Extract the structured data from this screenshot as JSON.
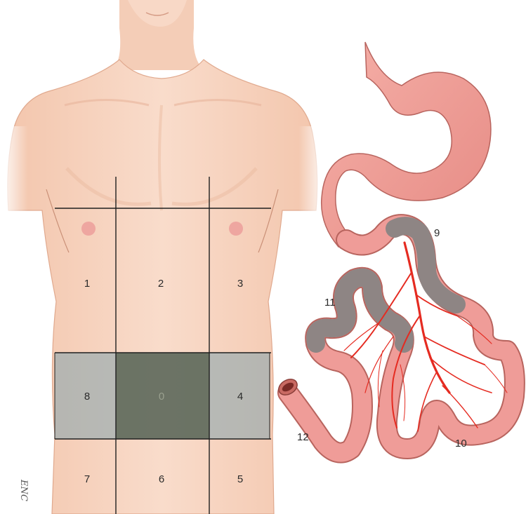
{
  "abdomen": {
    "regions": [
      {
        "id": "r1",
        "label": "1"
      },
      {
        "id": "r2",
        "label": "2"
      },
      {
        "id": "r3",
        "label": "3"
      },
      {
        "id": "r8",
        "label": "8"
      },
      {
        "id": "r0",
        "label": "0"
      },
      {
        "id": "r4",
        "label": "4"
      },
      {
        "id": "r7",
        "label": "7"
      },
      {
        "id": "r6",
        "label": "6"
      },
      {
        "id": "r5",
        "label": "5"
      }
    ]
  },
  "bowel": {
    "labels": [
      {
        "id": "l9",
        "label": "9"
      },
      {
        "id": "l10",
        "label": "10"
      },
      {
        "id": "l11",
        "label": "11"
      },
      {
        "id": "l12",
        "label": "12"
      }
    ]
  },
  "signature": {
    "text": "ENC"
  },
  "colors": {
    "skin": "#f6d3bf",
    "skin_shadow": "#e9b79d",
    "nipple": "#eea6a0",
    "grid_line": "#1f1f1f",
    "shaded_band": "#8fa8ae",
    "center_box": "#5e6656",
    "bowel": "#ef9c98",
    "bowel_dark": "#c97570",
    "gray_segment": "#8e8584",
    "vessel": "#e52b21"
  }
}
